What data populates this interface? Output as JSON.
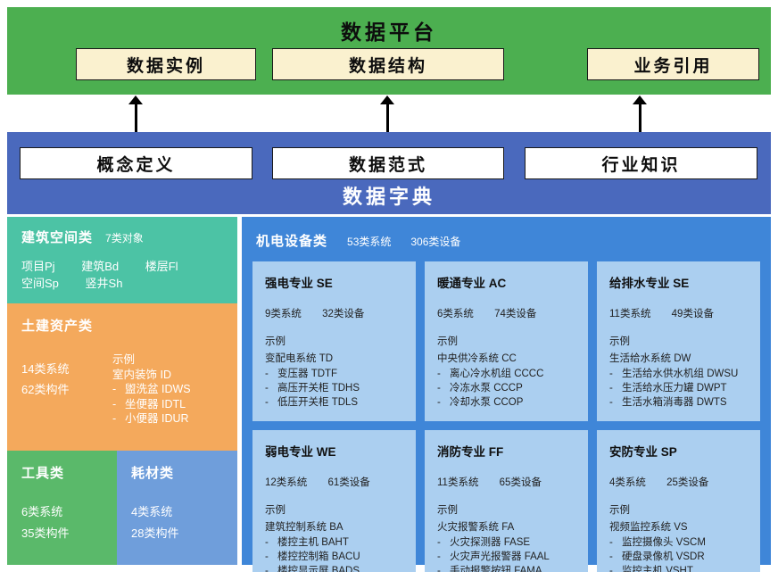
{
  "top": {
    "title": "数据平台",
    "boxes": [
      {
        "label": "数据实例"
      },
      {
        "label": "数据结构"
      },
      {
        "label": "业务引用"
      }
    ]
  },
  "dict": {
    "title": "数据字典",
    "boxes": [
      {
        "label": "概念定义"
      },
      {
        "label": "数据范式"
      },
      {
        "label": "行业知识"
      }
    ]
  },
  "building_space": {
    "title": "建筑空间类",
    "count": "7类对象",
    "rows": [
      [
        "项目Pj",
        "建筑Bd",
        "楼层Fl"
      ],
      [
        "空间Sp",
        "竖井Sh"
      ]
    ]
  },
  "civil": {
    "title": "土建资产类",
    "stats": [
      "14类系统",
      "62类构件"
    ],
    "example_label": "示例",
    "system": "室内装饰 ID",
    "items": [
      "盥洗盆 IDWS",
      "坐便器 IDTL",
      "小便器 IDUR"
    ]
  },
  "tools": {
    "title": "工具类",
    "stats": [
      "6类系统",
      "35类构件"
    ]
  },
  "consumables": {
    "title": "耗材类",
    "stats": [
      "4类系统",
      "28类构件"
    ]
  },
  "mep": {
    "title": "机电设备类",
    "stats": [
      "53类系统",
      "306类设备"
    ],
    "cards": [
      {
        "title": "强电专业 SE",
        "stats": [
          "9类系统",
          "32类设备"
        ],
        "example_label": "示例",
        "system": "变配电系统 TD",
        "items": [
          "变压器 TDTF",
          "高压开关柜 TDHS",
          "低压开关柜 TDLS"
        ]
      },
      {
        "title": "暖通专业 AC",
        "stats": [
          "6类系统",
          "74类设备"
        ],
        "example_label": "示例",
        "system": "中央供冷系统 CC",
        "items": [
          "离心冷水机组 CCCC",
          "冷冻水泵 CCCP",
          "冷却水泵 CCOP"
        ]
      },
      {
        "title": "给排水专业 SE",
        "stats": [
          "11类系统",
          "49类设备"
        ],
        "example_label": "示例",
        "system": "生活给水系统 DW",
        "items": [
          "生活给水供水机组 DWSU",
          "生活给水压力罐 DWPT",
          "生活水箱消毒器 DWTS"
        ]
      },
      {
        "title": "弱电专业 WE",
        "stats": [
          "12类系统",
          "61类设备"
        ],
        "example_label": "示例",
        "system": "建筑控制系统 BA",
        "items": [
          "楼控主机 BAHT",
          "楼控控制箱 BACU",
          "楼控显示屏 BADS"
        ]
      },
      {
        "title": "消防专业 FF",
        "stats": [
          "11类系统",
          "65类设备"
        ],
        "example_label": "示例",
        "system": "火灾报警系统 FA",
        "items": [
          "火灾探测器 FASE",
          "火灾声光报警器 FAAL",
          "手动报警按钮 FAMA"
        ]
      },
      {
        "title": "安防专业 SP",
        "stats": [
          "4类系统",
          "25类设备"
        ],
        "example_label": "示例",
        "system": "视频监控系统 VS",
        "items": [
          "监控摄像头 VSCM",
          "硬盘录像机 VSDR",
          "监控主机 VSHT"
        ]
      }
    ]
  },
  "colors": {
    "green_banner": "#4caf50",
    "cream_box": "#faf1cf",
    "blue_banner": "#4a69bd",
    "teal_block": "#4cc3a5",
    "orange_block": "#f4a95c",
    "tools_green": "#5ab96a",
    "consumables_blue": "#6f9edb",
    "mep_blue": "#3f86d8",
    "card_blue": "#abcff0"
  }
}
